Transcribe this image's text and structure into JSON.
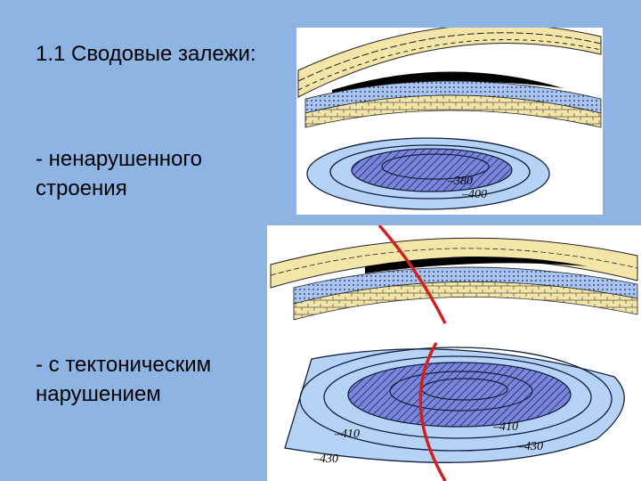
{
  "slide": {
    "title": "1.1 Сводовые залежи:",
    "item1": "- ненарушенного строения",
    "item2": "- с тектоническим нарушением"
  },
  "figure_top": {
    "contour_labels": [
      "–380",
      "–400"
    ]
  },
  "figure_bottom": {
    "contour_labels_left": [
      "–410",
      "–430"
    ],
    "contour_labels_right": [
      "–410",
      "–430"
    ]
  },
  "colors": {
    "background": "#8eb4e3",
    "sand_layer": "#f4e5a8",
    "oil_layer": "#000000",
    "water_sand": "#a8c4ef",
    "contour_fill": "#b6d2f4",
    "deposit_fill": "#7a86d8",
    "fault": "#d02020"
  }
}
